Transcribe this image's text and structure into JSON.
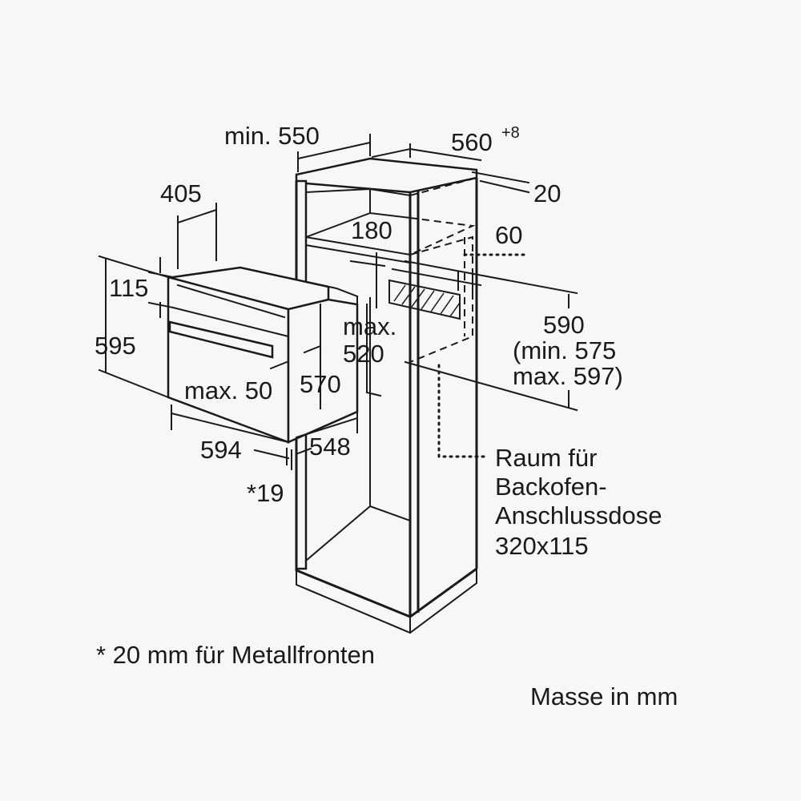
{
  "diagram": {
    "colors": {
      "ink": "#1a1a1a",
      "background": "#f7f7f7"
    },
    "dimensions": {
      "min_550": "min. 550",
      "w_560": "560",
      "w_560_tol": "+8",
      "d_20": "20",
      "d_405": "405",
      "d_180": "180",
      "d_60": "60",
      "d_115": "115",
      "d_595": "595",
      "max_label": "max.",
      "d_520": "520",
      "d_590": "590",
      "min_575": "(min. 575",
      "max_597": "max. 597)",
      "max_50": "max. 50",
      "d_570": "570",
      "d_594": "594",
      "d_548": "548",
      "d_19": "*19"
    },
    "socket_note": {
      "line1": "Raum für",
      "line2": "Backofen-",
      "line3": "Anschlussdose",
      "line4": "320x115"
    },
    "footnote": "* 20 mm für Metallfronten",
    "units_note": "Masse in mm"
  }
}
